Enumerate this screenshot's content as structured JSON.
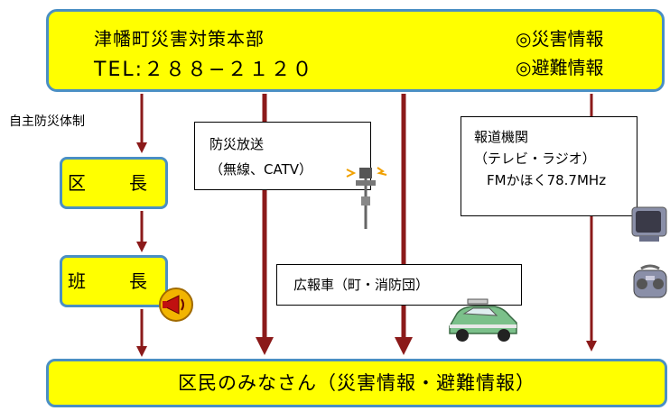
{
  "hq": {
    "name": "津幡町災害対策本部",
    "tel": "TEL:２８８−２１２０",
    "info1": "◎災害情報",
    "info2": "◎避難情報"
  },
  "self_defense_label": "自主防災体制",
  "ward_chief": "区　長",
  "group_chief": "班　長",
  "broadcast": {
    "line1": "防災放送",
    "line2": "（無線、CATV）"
  },
  "media": {
    "line1": "報道機関",
    "line2": "（テレビ・ラジオ）",
    "line3": "FMかほく78.7MHz"
  },
  "pr_vehicle": "広報車（町・消防団）",
  "residents": "区民のみなさん（災害情報・避難情報）",
  "colors": {
    "box_fill": "#ffff00",
    "box_border": "#4a8fc4",
    "arrow": "#8b1a1a"
  }
}
